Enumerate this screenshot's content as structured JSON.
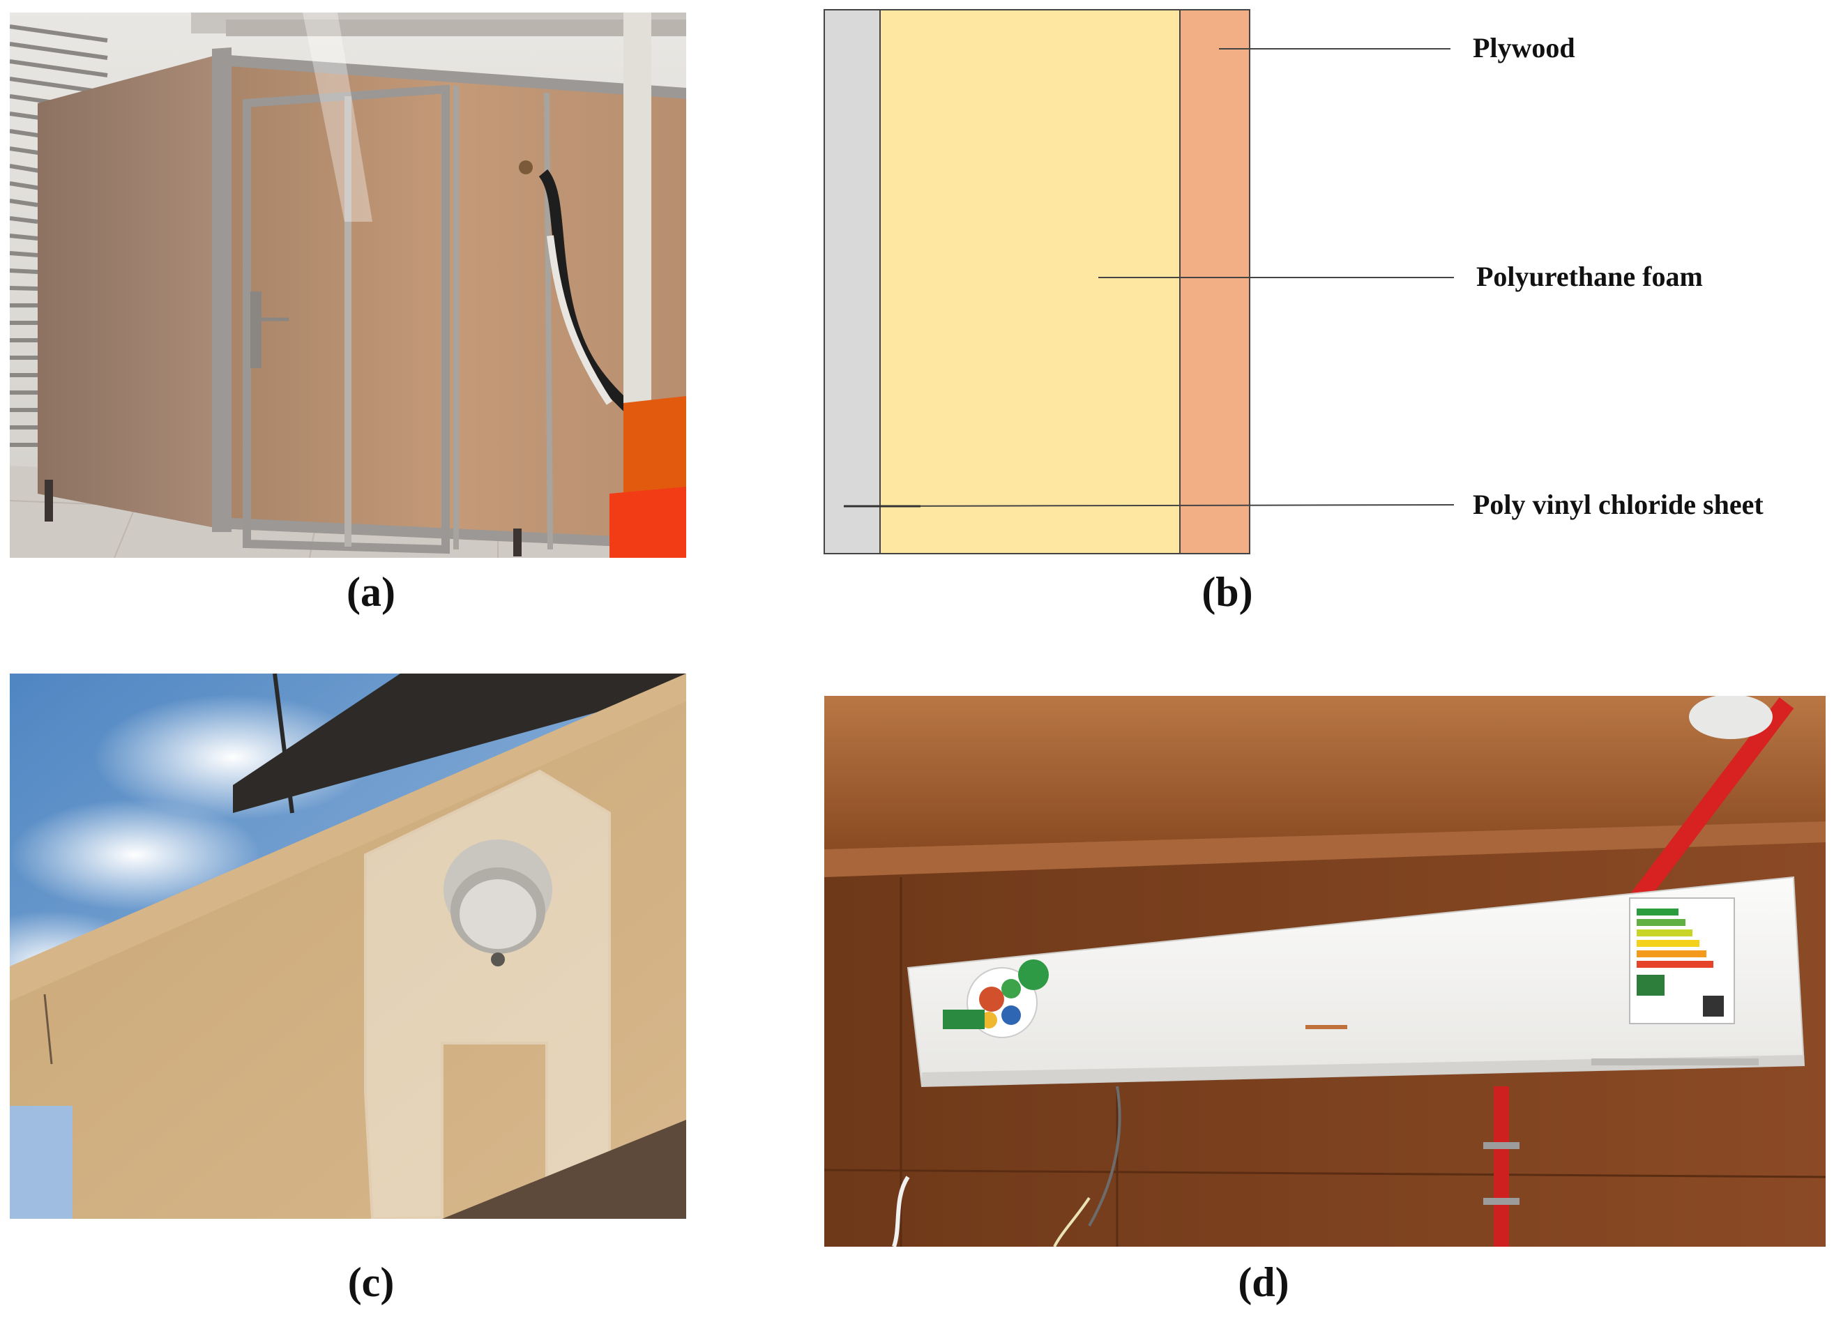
{
  "panels": {
    "a": {
      "caption": "(a)"
    },
    "b": {
      "caption": "(b)",
      "layers": {
        "plywood": "Plywood",
        "foam": "Polyurethane foam",
        "pvc": "Poly vinyl chloride sheet"
      }
    },
    "c": {
      "caption": "(c)"
    },
    "d": {
      "caption": "(d)"
    }
  },
  "colors": {
    "pvc": "#d9d9d9",
    "foam": "#fde7a1",
    "plywood": "#f2ae84",
    "outline": "#444444"
  }
}
